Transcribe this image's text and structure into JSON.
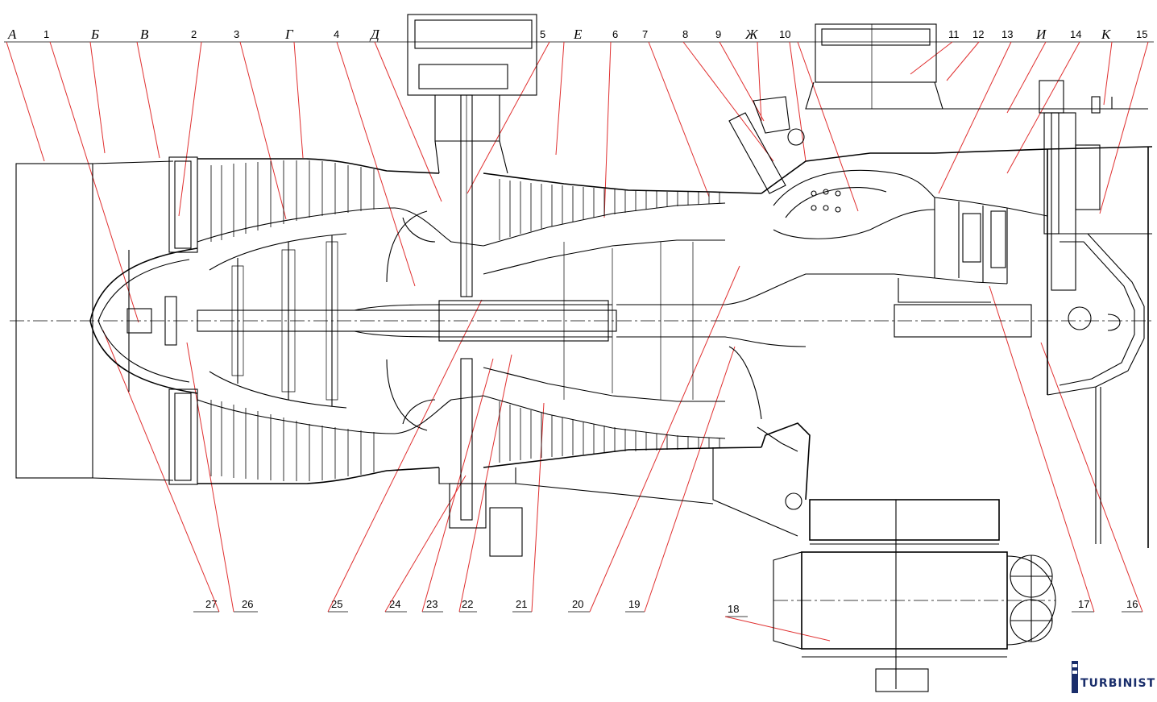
{
  "section_letters": [
    "А",
    "Б",
    "В",
    "Г",
    "Д",
    "Е",
    "Ж",
    "И",
    "К"
  ],
  "top_numbers": [
    "1",
    "2",
    "3",
    "4",
    "5",
    "6",
    "7",
    "8",
    "9",
    "10",
    "11",
    "12",
    "13",
    "14",
    "15"
  ],
  "bottom_numbers": [
    "27",
    "26",
    "25",
    "24",
    "23",
    "22",
    "21",
    "20",
    "19",
    "17",
    "16"
  ],
  "gearbox_label": "18",
  "logo": {
    "text": "TURBINIST",
    "mark": "logo-mark"
  }
}
